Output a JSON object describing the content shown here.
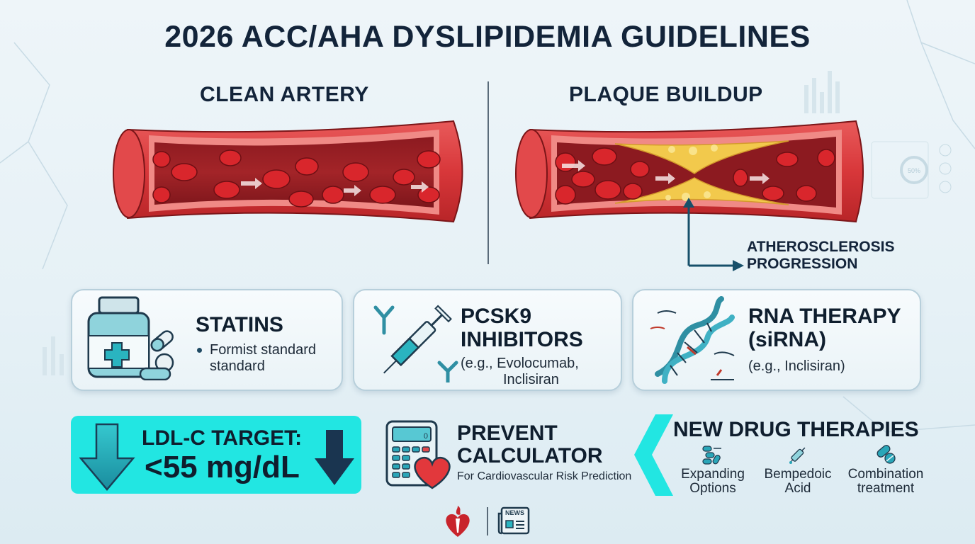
{
  "title": "2026 ACC/AHA DYSLIPIDEMIA GUIDELINES",
  "panels": {
    "clean": {
      "title": "CLEAN ARTERY"
    },
    "plaque": {
      "title": "PLAQUE BUILDUP",
      "annotation_line1": "ATHEROSCLEROSIS",
      "annotation_line2": "PROGRESSION"
    }
  },
  "background": {
    "gauge_label": "50%"
  },
  "cards": [
    {
      "icon": "pill-bottle-icon",
      "title": "STATINS",
      "bullet_line1": "Formist standard",
      "bullet_line2": "standard"
    },
    {
      "icon": "syringe-antibody-icon",
      "title_line1": "PCSK9",
      "title_line2": "INHIBITORS",
      "sub_line1": "(e.g., Evolocumab,",
      "sub_line2": "Inclisiran"
    },
    {
      "icon": "dna-helix-icon",
      "title_line1": "RNA THERAPY",
      "title_line2": "(siRNA)",
      "sub_line1": "(e.g., Inclisiran)"
    }
  ],
  "ldl": {
    "label": "LDL-C TARGET:",
    "value": "<55 mg/dL",
    "color": "#22e6e2"
  },
  "prevent": {
    "title_line1": "PREVENT",
    "title_line2": "CALCULATOR",
    "subtitle": "For Cardiovascular Risk Prediction",
    "calc_display": "0"
  },
  "new_drugs": {
    "title": "NEW DRUG THERAPIES",
    "items": [
      {
        "icon": "pills-icon",
        "line1": "Expanding",
        "line2": "Options"
      },
      {
        "icon": "dropper-syringe-icon",
        "line1": "Bempedoic",
        "line2": "Acid"
      },
      {
        "icon": "capsule-tablet-icon",
        "line1": "Combination",
        "line2": "treatment"
      }
    ]
  },
  "footer": {
    "news_label": "NEWS"
  },
  "colors": {
    "artery_red": "#d8373a",
    "plaque_yellow": "#f2c94c",
    "teal": "#2aa6b8",
    "navy": "#13243a"
  }
}
